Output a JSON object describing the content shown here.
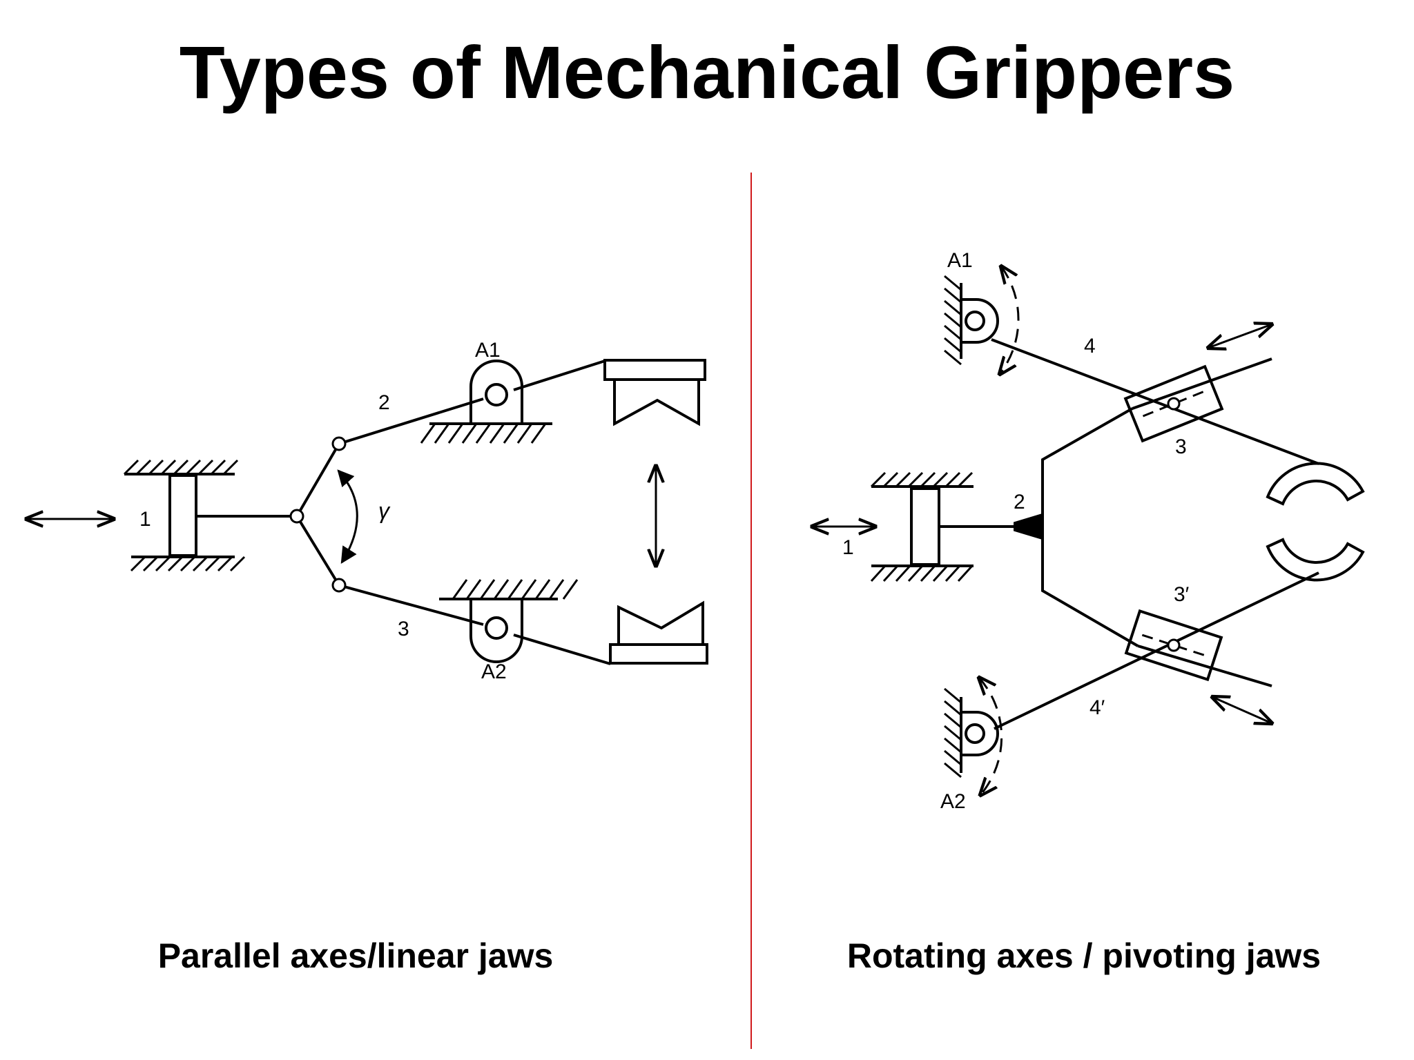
{
  "title": "Types of Mechanical Grippers",
  "colors": {
    "divider": "#d0191b",
    "ink": "#000000",
    "background": "#ffffff"
  },
  "left_diagram": {
    "caption": "Parallel axes/linear jaws",
    "labels": {
      "piston": "1",
      "link_upper": "2",
      "link_lower": "3",
      "pivot_upper": "A1",
      "pivot_lower": "A2",
      "angle": "γ"
    }
  },
  "right_diagram": {
    "caption": "Rotating axes / pivoting jaws",
    "labels": {
      "piston": "1",
      "yoke": "2",
      "slider_upper": "3",
      "slider_lower": "3′",
      "lever_upper": "4",
      "lever_lower": "4′",
      "pivot_upper": "A1",
      "pivot_lower": "A2"
    }
  }
}
